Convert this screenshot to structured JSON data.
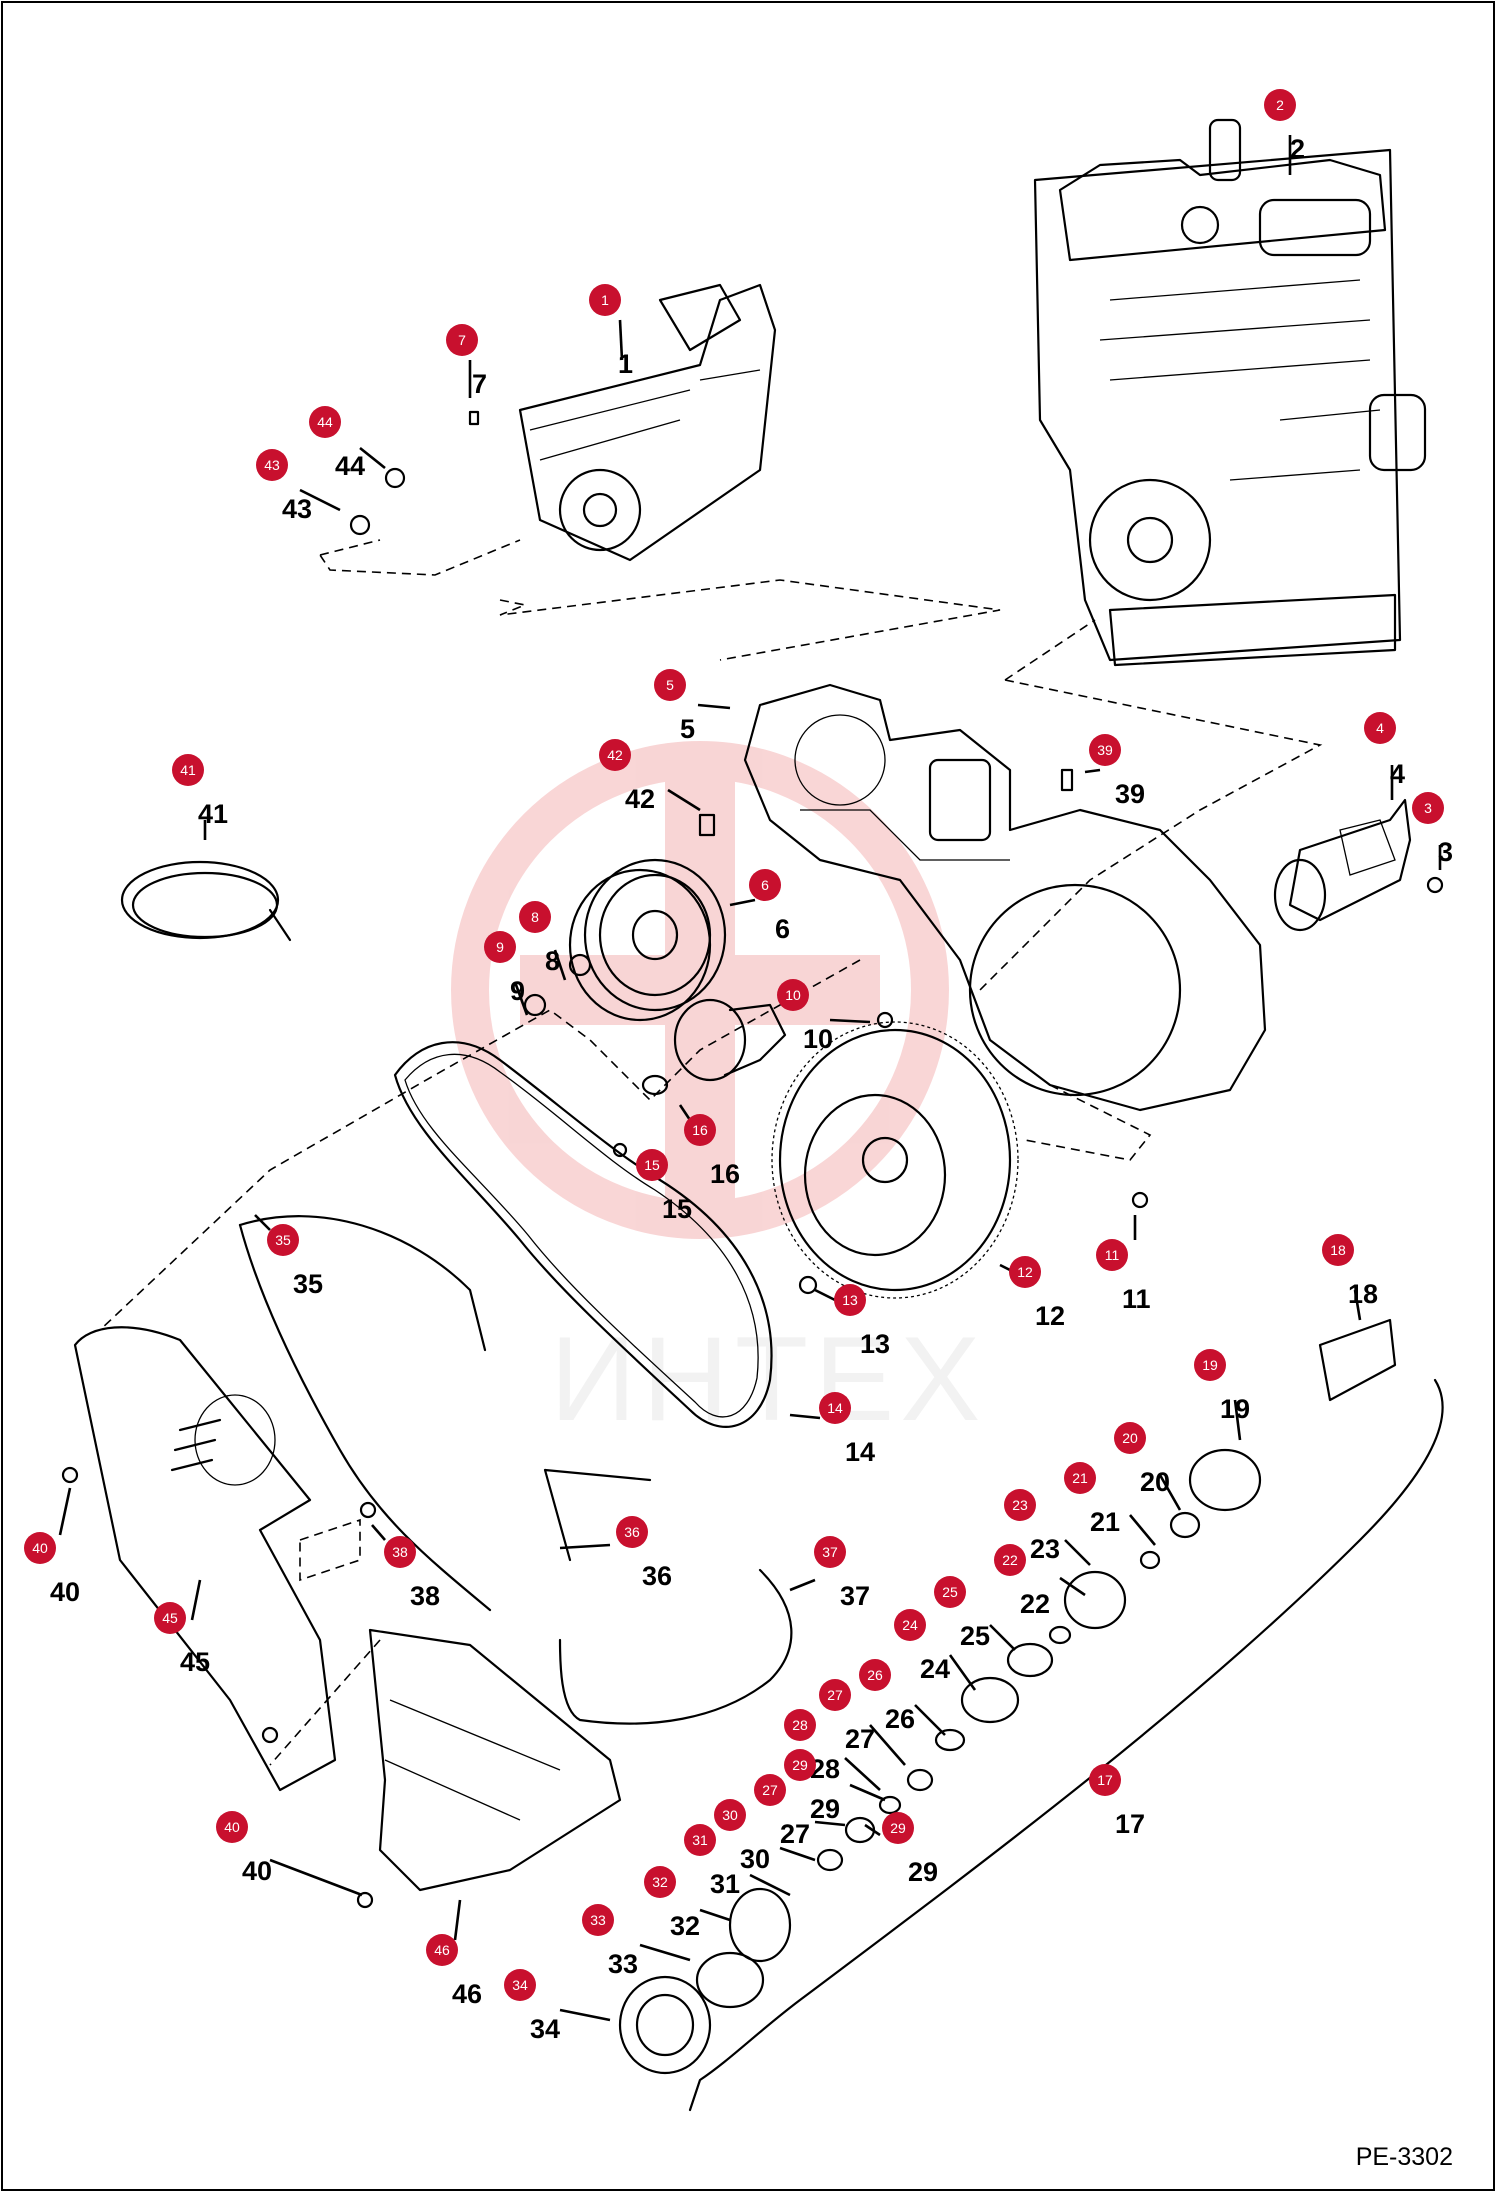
{
  "page_code": "PE-3302",
  "watermark_text": "ИНТЕХ",
  "colors": {
    "badge": "#c8102e",
    "watermark": "#f4b4b4",
    "line": "#000000"
  },
  "callouts": [
    {
      "id": "1",
      "label": "1"
    },
    {
      "id": "2",
      "label": "2"
    },
    {
      "id": "3",
      "label": "3"
    },
    {
      "id": "4",
      "label": "4"
    },
    {
      "id": "5",
      "label": "5"
    },
    {
      "id": "6",
      "label": "6"
    },
    {
      "id": "7",
      "label": "7"
    },
    {
      "id": "8",
      "label": "8"
    },
    {
      "id": "9",
      "label": "9"
    },
    {
      "id": "10",
      "label": "10"
    },
    {
      "id": "11",
      "label": "11"
    },
    {
      "id": "12",
      "label": "12"
    },
    {
      "id": "13",
      "label": "13"
    },
    {
      "id": "14",
      "label": "14"
    },
    {
      "id": "15",
      "label": "15"
    },
    {
      "id": "16",
      "label": "16"
    },
    {
      "id": "17",
      "label": "17"
    },
    {
      "id": "18",
      "label": "18"
    },
    {
      "id": "19",
      "label": "19"
    },
    {
      "id": "20",
      "label": "20"
    },
    {
      "id": "21",
      "label": "21"
    },
    {
      "id": "22",
      "label": "22"
    },
    {
      "id": "23",
      "label": "23"
    },
    {
      "id": "24",
      "label": "24"
    },
    {
      "id": "25",
      "label": "25"
    },
    {
      "id": "26",
      "label": "26"
    },
    {
      "id": "27a",
      "label": "27"
    },
    {
      "id": "27b",
      "label": "27"
    },
    {
      "id": "28",
      "label": "28"
    },
    {
      "id": "29a",
      "label": "29"
    },
    {
      "id": "29b",
      "label": "29"
    },
    {
      "id": "30",
      "label": "30"
    },
    {
      "id": "31",
      "label": "31"
    },
    {
      "id": "32",
      "label": "32"
    },
    {
      "id": "33",
      "label": "33"
    },
    {
      "id": "34",
      "label": "34"
    },
    {
      "id": "35",
      "label": "35"
    },
    {
      "id": "36",
      "label": "36"
    },
    {
      "id": "37",
      "label": "37"
    },
    {
      "id": "38",
      "label": "38"
    },
    {
      "id": "39",
      "label": "39"
    },
    {
      "id": "40a",
      "label": "40"
    },
    {
      "id": "40b",
      "label": "40"
    },
    {
      "id": "41",
      "label": "41"
    },
    {
      "id": "42",
      "label": "42"
    },
    {
      "id": "43",
      "label": "43"
    },
    {
      "id": "44",
      "label": "44"
    },
    {
      "id": "45",
      "label": "45"
    },
    {
      "id": "46",
      "label": "46"
    }
  ]
}
